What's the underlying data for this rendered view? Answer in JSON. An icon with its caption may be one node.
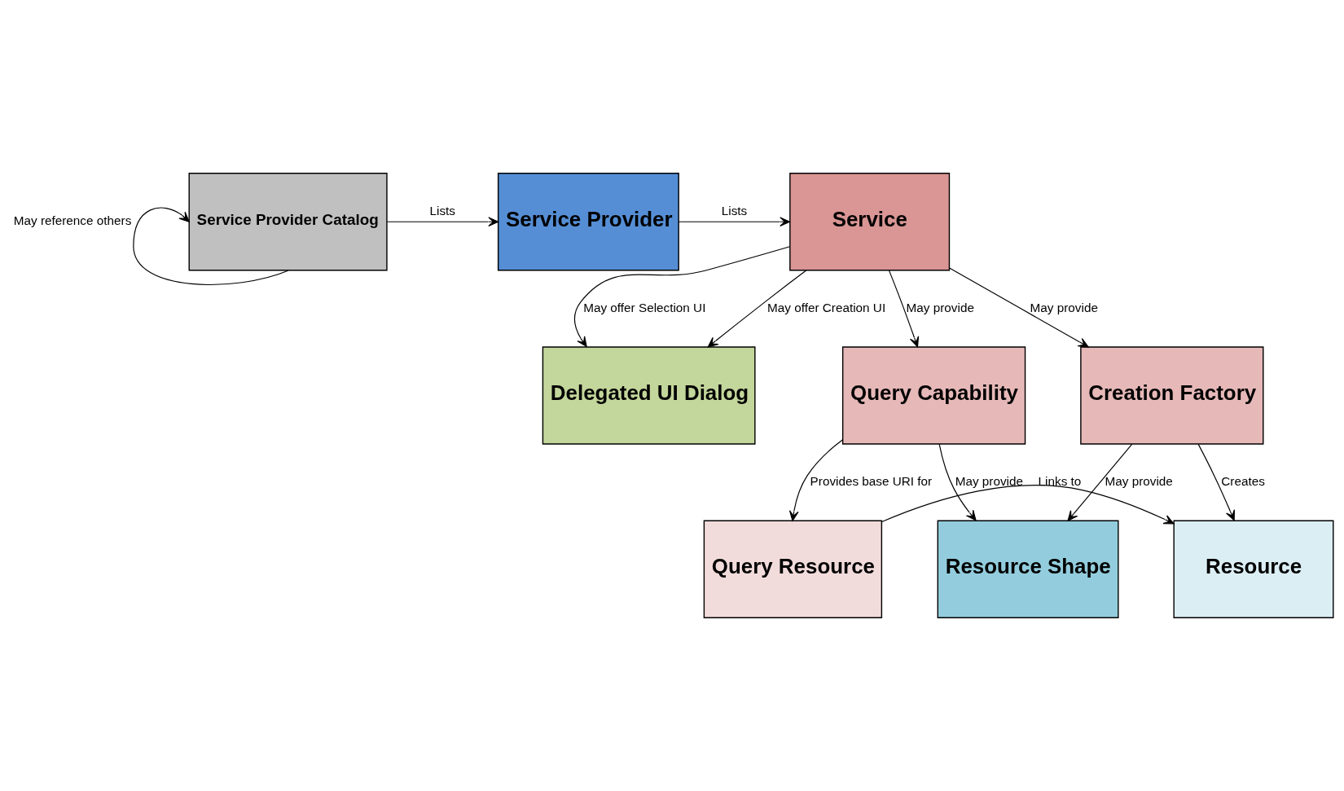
{
  "diagram": {
    "nodes": [
      {
        "text": [
          "Service Provider Catalog"
        ]
      },
      {
        "text": [
          "Service Provider"
        ]
      },
      {
        "text": [
          "Service"
        ]
      },
      {
        "text": [
          "Resource Shape"
        ]
      },
      {
        "text": [
          "Delegated UI Dialog"
        ]
      },
      {
        "text": [
          "Query Capability"
        ]
      },
      {
        "text": [
          "Creation Factory"
        ]
      },
      {
        "text": [
          "Query Resource"
        ]
      },
      {
        "text": [
          "Resource"
        ]
      }
    ],
    "edges": [
      {
        "from": 0,
        "to": 1,
        "arrow": "to",
        "label": "Lists"
      },
      {
        "from": 1,
        "to": 2,
        "arrow": "to",
        "label": "Lists"
      },
      {
        "from": 0,
        "to": 0,
        "arrow": "to",
        "label": "May reference others"
      },
      {
        "from": 2,
        "to": 4,
        "arrow": "to",
        "label": "May offer Selection UI"
      },
      {
        "from": 2,
        "to": 4,
        "arrow": "to",
        "label": "May offer Creation UI"
      },
      {
        "from": 2,
        "to": 5,
        "arrow": "to",
        "label": "May provide"
      },
      {
        "from": 2,
        "to": 6,
        "arrow": "to",
        "label": "May provide"
      },
      {
        "from": 5,
        "to": 3,
        "arrow": "to",
        "label": "May provide"
      },
      {
        "from": 6,
        "to": 3,
        "arrow": "to",
        "label": "May provide"
      },
      {
        "from": 5,
        "to": 7,
        "arrow": "to",
        "label": "Provides base URI for"
      },
      {
        "from": 6,
        "to": 8,
        "arrow": "to",
        "label": "Creates"
      },
      {
        "from": 7,
        "to": 8,
        "arrow": "to",
        "label": "Links to"
      }
    ]
  }
}
